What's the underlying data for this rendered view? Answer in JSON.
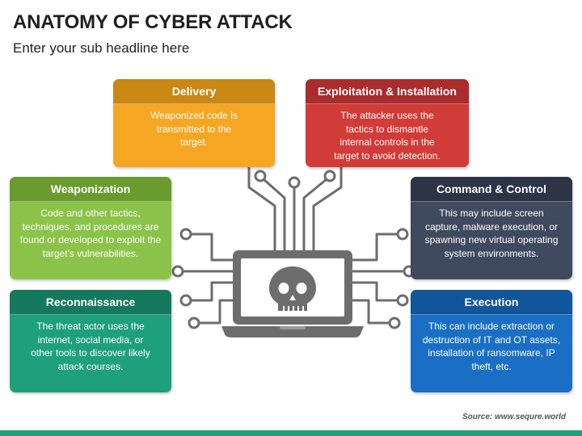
{
  "title": "ANATOMY OF CYBER ATTACK",
  "subtitle": "Enter your sub headline here",
  "cards": {
    "delivery": {
      "title": "Delivery",
      "text": "Weaponized code is transmitted to the target.",
      "color": "#f5a623"
    },
    "exploitation": {
      "title": "Exploitation & Installation",
      "text": "The attacker uses the tactics to dismantle internal controls in the target to avoid detection.",
      "color": "#d13b38"
    },
    "weaponization": {
      "title": "Weaponization",
      "text": "Code and other tactics, techniques, and procedures are found or developed to exploit the target’s vulnerabilities.",
      "color": "#8bc34a"
    },
    "command": {
      "title": "Command & Control",
      "text": "This may include screen capture, malware execution, or spawning new virtual operating system environments.",
      "color": "#3f4a5e"
    },
    "reconnaissance": {
      "title": "Reconnaissance",
      "text": "The threat actor uses the internet, social media, or other tools to discover likely attack courses.",
      "color": "#1fa07c"
    },
    "execution": {
      "title": "Execution",
      "text": "This can include extraction or destruction of IT and OT assets, installation of ransomware, IP theft, etc.",
      "color": "#1a6fc4"
    }
  },
  "graphic": {
    "icon": "hacked-laptop-skull-icon",
    "color": "#6d6d6d"
  },
  "source": "Source: www.sequre.world"
}
